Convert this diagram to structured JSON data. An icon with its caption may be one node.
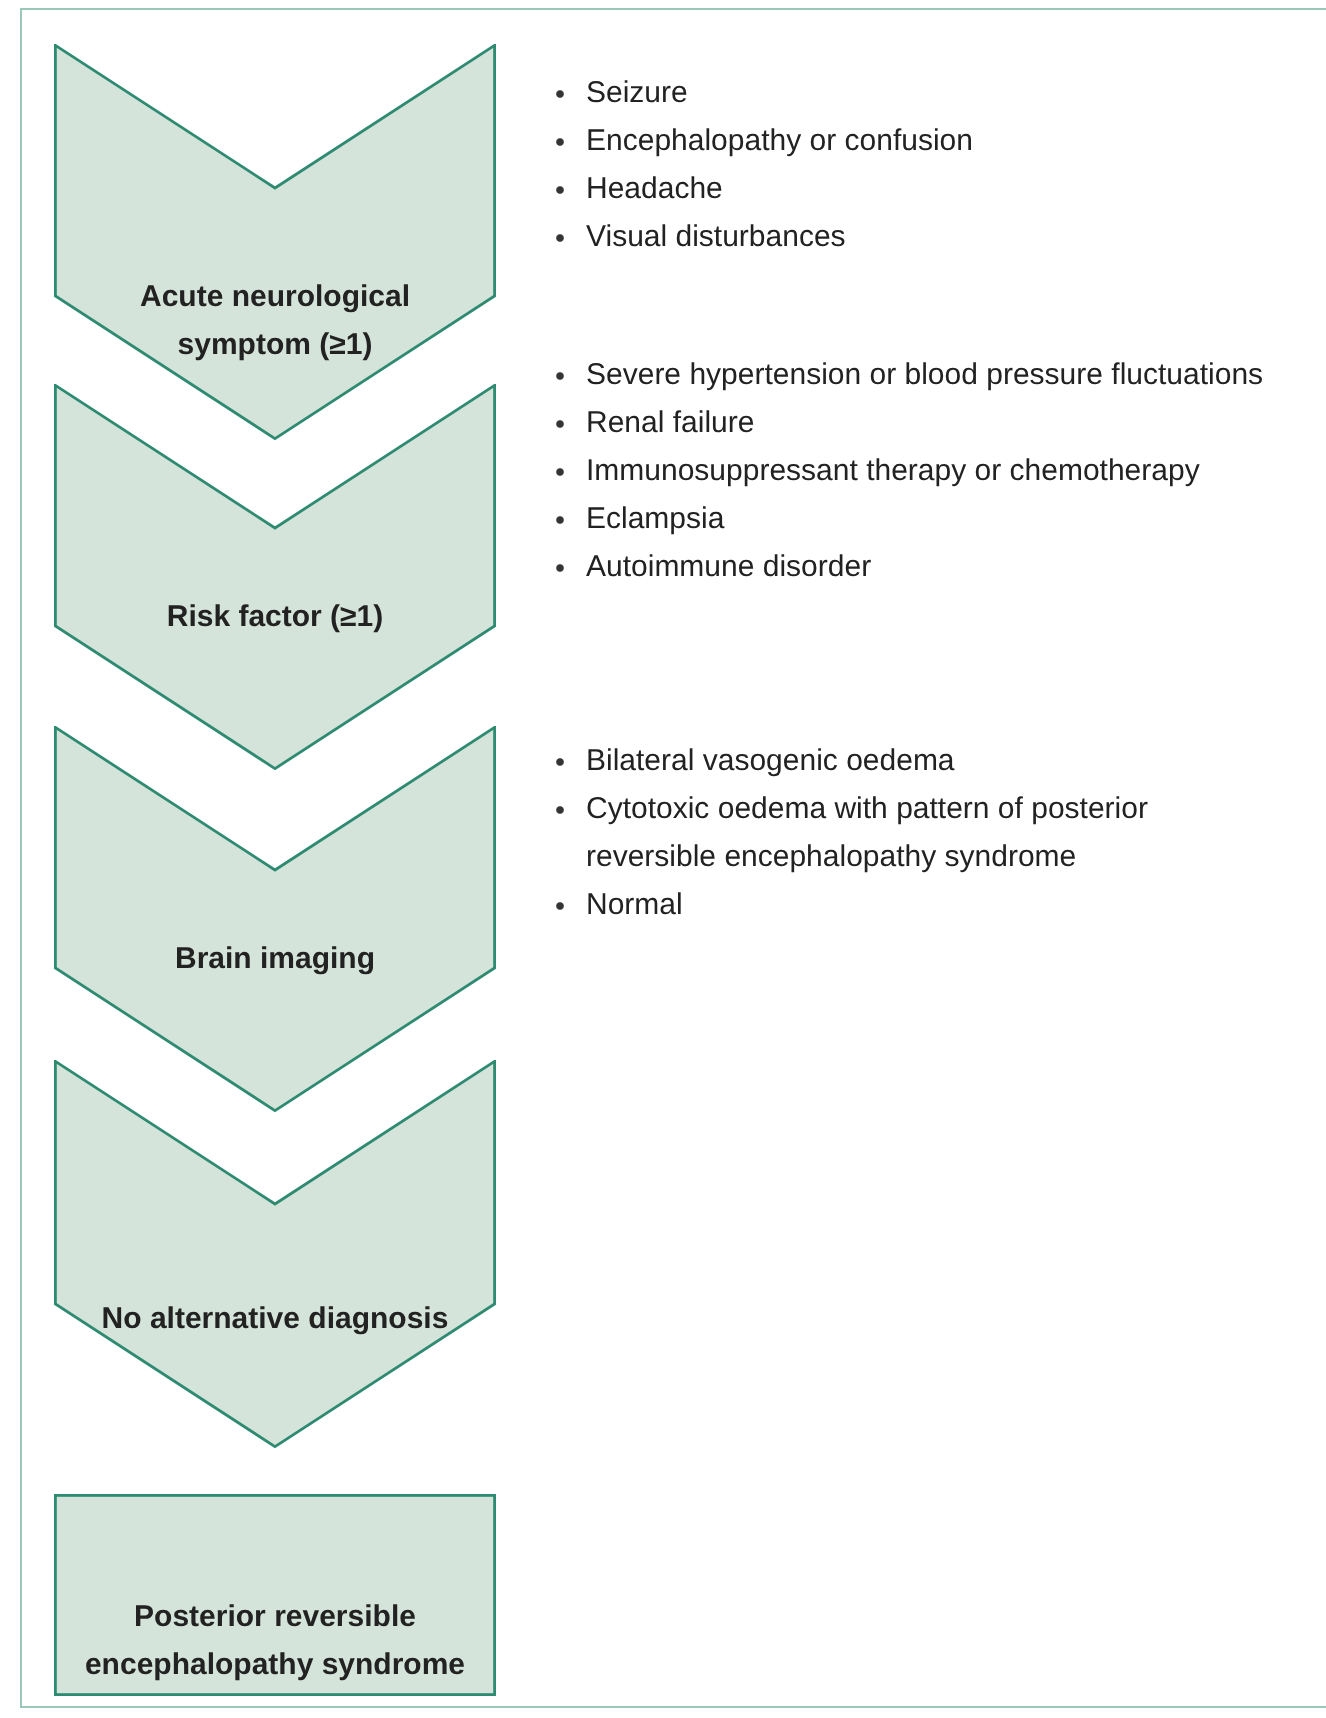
{
  "diagram": {
    "nodes": [
      {
        "text": [
          "Acute neurological symptom (≥1)"
        ],
        "beside": [
          "Seizure",
          "Encephalopathy or confusion",
          "Headache",
          "Visual disturbances"
        ]
      },
      {
        "text": [
          "Risk factor (≥1)"
        ],
        "beside": [
          "Severe hypertension or blood pressure fluctuations",
          "Renal failure",
          "Immunosuppressant therapy or chemotherapy",
          "Eclampsia",
          "Autoimmune disorder"
        ]
      },
      {
        "text": [
          "Brain imaging"
        ],
        "beside": [
          "Bilateral vasogenic oedema",
          "Cytotoxic oedema with pattern of posterior reversible encephalopathy syndrome",
          "Normal"
        ]
      },
      {
        "text": [
          "No alternative diagnosis"
        ]
      },
      {
        "text": [
          "Posterior reversible encephalopathy syndrome"
        ]
      }
    ]
  }
}
